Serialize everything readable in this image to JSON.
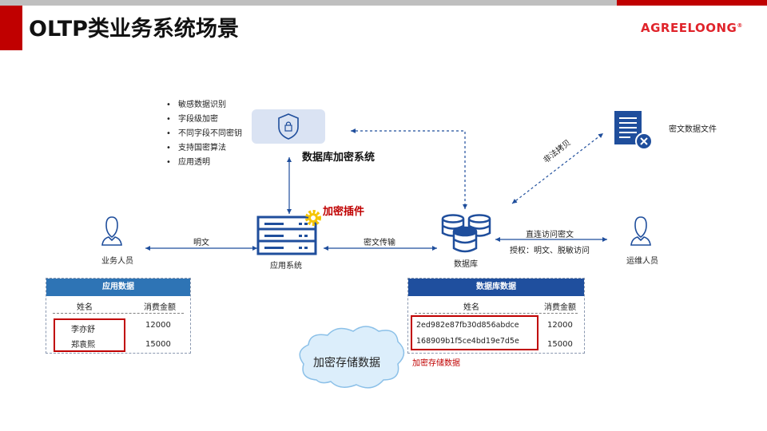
{
  "header": {
    "title": "OLTP类业务系统场景",
    "logo_text": "AGREELOONG",
    "logo_mark": "®"
  },
  "features": [
    "敏感数据识别",
    "字段级加密",
    "不同字段不同密钥",
    "支持国密算法",
    "应用透明"
  ],
  "nodes": {
    "encryption_system": "数据库加密系统",
    "plugin": "加密插件",
    "business_user": "业务人员",
    "app_system": "应用系统",
    "database": "数据库",
    "ops_user": "运维人员",
    "cipher_file": "密文数据文件"
  },
  "edges": {
    "plaintext": "明文",
    "cipher_transfer": "密文传输",
    "direct_access": "直连访问密文",
    "authorization": "授权：明文、脱敏访问",
    "illegal_copy": "非法拷贝"
  },
  "app_table": {
    "title": "应用数据",
    "columns": [
      "姓名",
      "消费金额"
    ],
    "rows": [
      {
        "name": "李亦舒",
        "amount": "12000"
      },
      {
        "name": "郑袁熙",
        "amount": "15000"
      }
    ]
  },
  "db_table": {
    "title": "数据库数据",
    "columns": [
      "姓名",
      "消费金额"
    ],
    "rows": [
      {
        "name": "2ed982e87fb30d856abdce",
        "amount": "12000"
      },
      {
        "name": "168909b1f5ce4bd19e7d5e",
        "amount": "15000"
      }
    ],
    "note": "加密存储数据"
  },
  "cloud": "加密存储数据",
  "colors": {
    "brand_red": "#c00000",
    "primary_blue": "#1f4e9c",
    "header_light_blue": "#2e74b5",
    "header_dark_blue": "#1f4f9e",
    "gear_yellow": "#f5c400"
  }
}
